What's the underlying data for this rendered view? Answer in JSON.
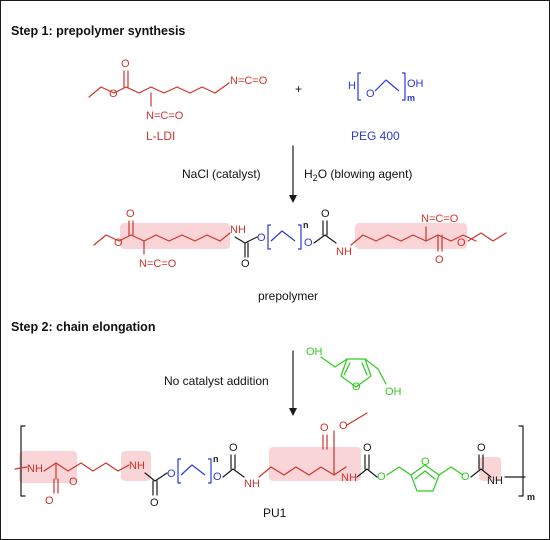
{
  "step1": {
    "title": "Step 1: prepolymer synthesis"
  },
  "step2": {
    "title": "Step 2: chain elongation"
  },
  "reactants": {
    "lldi_label": "L-LDI",
    "plus": "+",
    "peg_label": "PEG 400"
  },
  "conditions": {
    "catalyst": "NaCl (catalyst)",
    "blowing_prefix": "H",
    "blowing_sub": "2",
    "blowing_rest": "O (blowing agent)",
    "no_catalyst": "No catalyst addition"
  },
  "products": {
    "prepolymer": "prepolymer",
    "pu1": "PU1"
  },
  "atoms": {
    "O": "O",
    "H": "H",
    "N": "N",
    "NH": "NH",
    "OH": "OH",
    "NCO": "N=C=O",
    "m": "m",
    "n": "n"
  },
  "colors": {
    "lysine_red": "#d0342c",
    "peg_blue": "#2b3bd6",
    "furan_green": "#2ecc1f",
    "highlight_pink": "#f9d5d8",
    "bond_black": "#1a1a1a"
  },
  "arrows": [
    "reaction-arrow-step1",
    "reaction-arrow-step2"
  ]
}
